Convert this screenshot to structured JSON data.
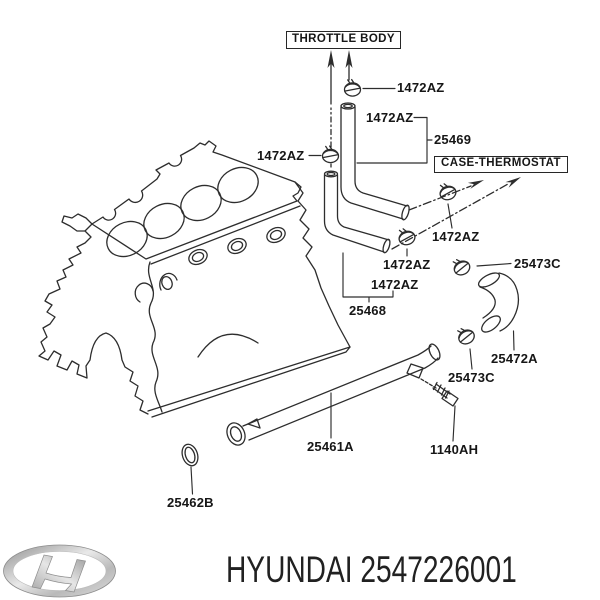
{
  "diagram": {
    "boxed_labels": {
      "throttle_body": "THROTTLE BODY",
      "case_thermostat": "CASE-THERMOSTAT"
    },
    "labels": {
      "clamp_top": "1472AZ",
      "clamp_left": "1472AZ",
      "clamp_upper_bracket": "1472AZ",
      "tube_upper": "25469",
      "clamp_mid_upper": "1472AZ",
      "clamp_mid_lower": "1472AZ",
      "clamp_lower_bracket": "1472AZ",
      "tube_lower": "25468",
      "clamp_hose_top": "25473C",
      "hose_outlet": "25472A",
      "clamp_hose_bottom": "25473C",
      "pipe_coolant": "25461A",
      "bolt": "1140AH",
      "oring": "25462B"
    }
  },
  "footer": {
    "text": "HYUNDAI 2547226001",
    "logo_icon": "hyundai-logo"
  },
  "colors": {
    "ink": "#2d2d2d",
    "label_text": "#161616",
    "footer_text": "#212121",
    "logo_silver_dark": "#969696",
    "logo_silver_light": "#e9e9e9"
  }
}
